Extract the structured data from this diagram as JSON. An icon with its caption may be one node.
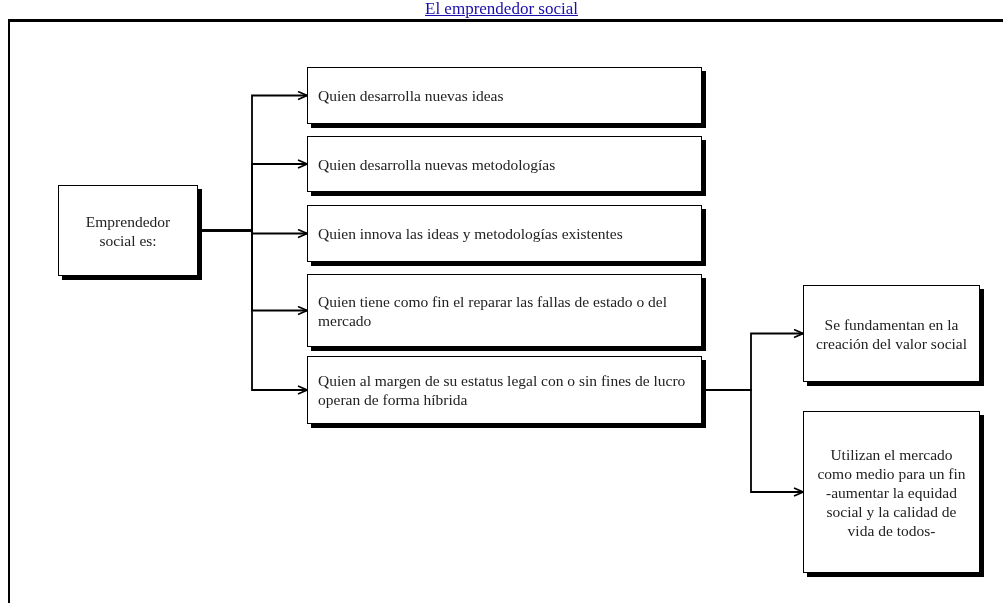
{
  "diagram": {
    "title": "El emprendedor social",
    "nodes": [
      {
        "text": [
          "Emprendedor social es:"
        ]
      },
      {
        "text": [
          "Quien desarrolla nuevas ideas"
        ]
      },
      {
        "text": [
          "Quien desarrolla nuevas metodologías"
        ]
      },
      {
        "text": [
          "Quien innova las ideas y metodologías existentes"
        ]
      },
      {
        "text": [
          "Quien tiene como fin el reparar las fallas de estado o del mercado"
        ]
      },
      {
        "text": [
          "Quien al margen de su estatus legal con o sin fines de lucro operan de forma híbrida"
        ]
      },
      {
        "text": [
          "Se fundamentan en la creación del valor social"
        ]
      },
      {
        "text": [
          "Utilizan el mercado como medio para un fin -aumentar la equidad social y la calidad de vida de todos-"
        ]
      }
    ],
    "edges": [
      {
        "from": 0,
        "to": 1,
        "arrow": "to"
      },
      {
        "from": 0,
        "to": 2,
        "arrow": "to"
      },
      {
        "from": 0,
        "to": 3,
        "arrow": "to"
      },
      {
        "from": 0,
        "to": 4,
        "arrow": "to"
      },
      {
        "from": 0,
        "to": 5,
        "arrow": "to"
      },
      {
        "from": 5,
        "to": 6,
        "arrow": "to"
      },
      {
        "from": 5,
        "to": 7,
        "arrow": "to"
      }
    ]
  }
}
